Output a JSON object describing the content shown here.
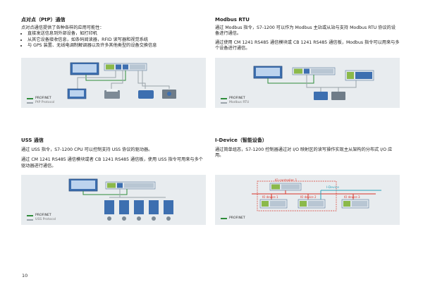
{
  "colors": {
    "profinet": "#2e8c3a",
    "ptp": "#9aa3aa",
    "modbus": "#9aa3aa",
    "uss": "#9aa3aa",
    "device_blue": "#3d6fb0",
    "device_green": "#8bb94a",
    "red_net": "#d9352a",
    "teal_net": "#2aa1b8"
  },
  "ptp": {
    "title": "点对点（PtP）通信",
    "intro": "点对点通信提供了各种各样的应用可能性：",
    "bullets": [
      "直接发送信息到外部设备，如打印机",
      "从其它设备接收信息，如条码阅读器，RFID 读写器和视觉系统",
      "与 GPS 装置、无线电调制解调器以及许多其他类型的设备交换信息"
    ],
    "legend": [
      {
        "label": "PROFINET"
      },
      {
        "label": "PtP Protocol"
      }
    ]
  },
  "modbus": {
    "title": "Modbus RTU",
    "para1": "通过 Modbus 指令，S7-1200 可以作为 Modbus 主站或从站与支持 Modbus RTU 协议的设备进行通信。",
    "para2": "通过使用 CM 1241 RS485 通信模块或 CB 1241 RS485 通信板，Modbus 指令可以用来与多个设备进行通信。",
    "legend": [
      {
        "label": "PROFINET"
      },
      {
        "label": "Modbus RTU"
      }
    ]
  },
  "uss": {
    "title": "USS 通信",
    "para1": "通过 USS 指令，S7-1200 CPU 可以控制支持 USS 协议的驱动器。",
    "para2": "通过 CM 1241 RS485 通信模块或者 CB 1241 RS485 通信板，使用 USS 指令可用来与多个驱动器进行通信。",
    "legend": [
      {
        "label": "PROFINET"
      },
      {
        "label": "USS Protocol"
      }
    ]
  },
  "idevice": {
    "title": "I-Device（智能设备）",
    "para1": "通过简单组态，S7-1200 控制器通过对 I/O 映射区的读写操作实现主从架构的分布式 I/O 应用。",
    "controller_label": "IO controller 1",
    "idevice_label": "I-Device",
    "devices": [
      "IO device 1",
      "IO device 2",
      "IO device 3"
    ],
    "legend": [
      {
        "label": "PROFINET"
      }
    ]
  },
  "page": {
    "number": "10"
  }
}
